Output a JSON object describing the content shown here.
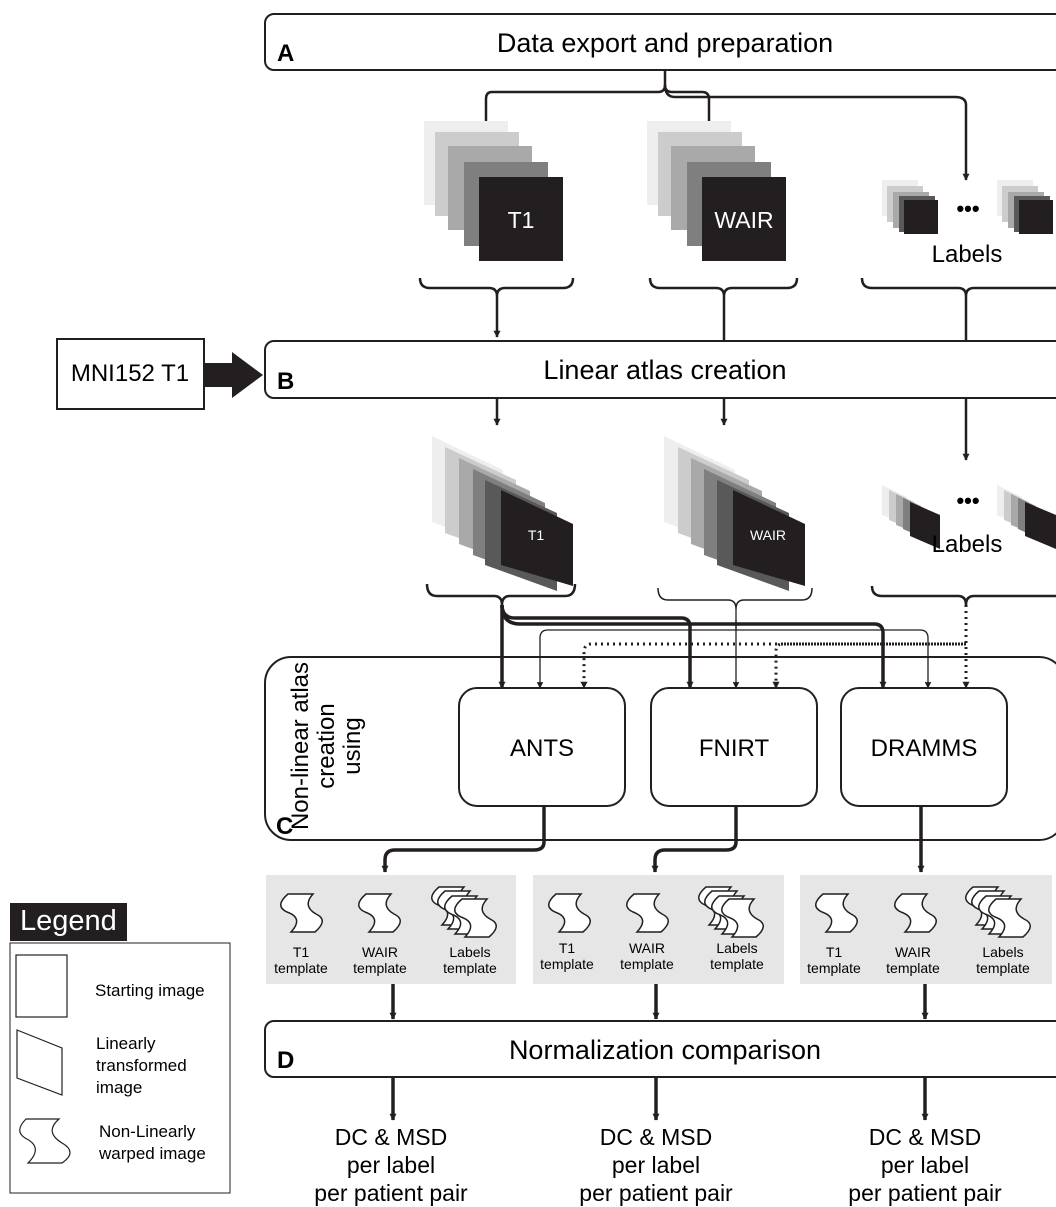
{
  "stages": {
    "A": {
      "letter": "A",
      "title": "Data export and preparation"
    },
    "B": {
      "letter": "B",
      "title": "Linear atlas creation"
    },
    "C": {
      "letter": "C",
      "title": "Non-linear atlas\ncreation\nusing"
    },
    "D": {
      "letter": "D",
      "title": "Normalization comparison"
    }
  },
  "mni_box": "MNI152 T1",
  "images": {
    "t1": "T1",
    "wair": "WAIR",
    "labels": "Labels",
    "ellipsis": "•••"
  },
  "methods": [
    "ANTS",
    "FNIRT",
    "DRAMMS"
  ],
  "templates": [
    {
      "t1": "T1\ntemplate",
      "wair": "WAIR\ntemplate",
      "labels": "Labels\ntemplate"
    },
    {
      "t1": "T1\ntemplate",
      "wair": "WAIR\ntemplate",
      "labels": "Labels\ntemplate"
    },
    {
      "t1": "T1\ntemplate",
      "wair": "WAIR\ntemplate",
      "labels": "Labels\ntemplate"
    }
  ],
  "results": [
    "DC & MSD\nper label\nper patient pair",
    "DC & MSD\nper label\nper patient pair",
    "DC & MSD\nper label\nper patient pair"
  ],
  "legend": {
    "title": "Legend",
    "items": [
      "Starting image",
      "Linearly\ntransformed\nimage",
      "Non-Linearly\nwarped image"
    ]
  },
  "colors": {
    "stack": [
      "#eeeeee",
      "#cccccc",
      "#a9a9a9",
      "#7f7f7f",
      "#595959",
      "#231f20"
    ],
    "template_bg": "#e6e6e6",
    "legend_header": "#231f20",
    "line": "#231f20"
  }
}
